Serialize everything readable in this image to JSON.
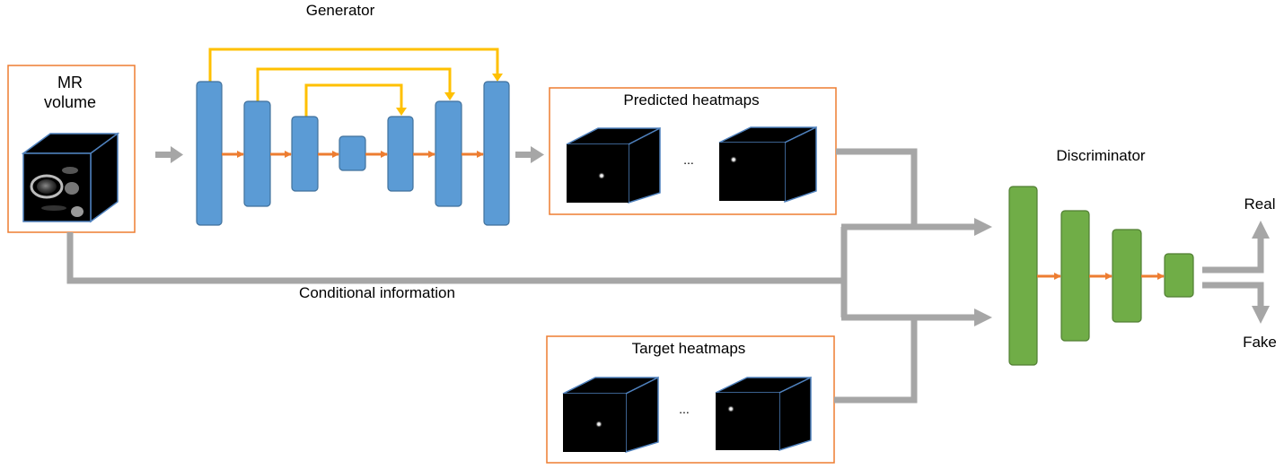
{
  "generator": {
    "title": "Generator",
    "layer_color": "#5b9bd5",
    "layer_border": "#41719c",
    "skip_color": "#ffc000"
  },
  "discriminator": {
    "title": "Discriminator",
    "layer_color": "#70ad47",
    "layer_border": "#507e32"
  },
  "input": {
    "title_line1": "MR",
    "title_line2": "volume"
  },
  "predicted": {
    "title": "Predicted heatmaps",
    "ellipsis": "..."
  },
  "target": {
    "title": "Target heatmaps",
    "ellipsis": "..."
  },
  "conditional_label": "Conditional information",
  "outputs": {
    "real": "Real",
    "fake": "Fake"
  },
  "colors": {
    "box_border": "#ed7d31",
    "flow_arrow": "#ed7d31",
    "connector": "#a6a6a6",
    "cube_edge": "#4f81bd"
  }
}
